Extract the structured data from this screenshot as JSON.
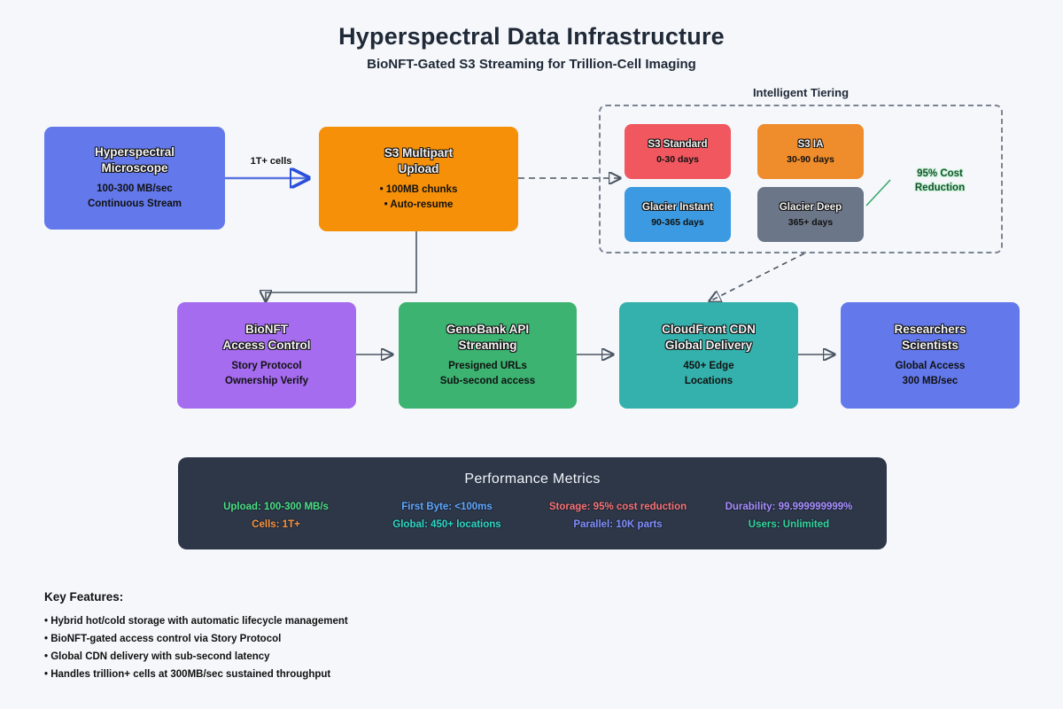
{
  "header": {
    "title": "Hyperspectral Data Infrastructure",
    "subtitle": "BioNFT-Gated S3 Streaming for Trillion-Cell Imaging"
  },
  "edges": {
    "source_to_upload_label": "1T+ cells"
  },
  "nodes": {
    "microscope": {
      "title_line1": "Hyperspectral",
      "title_line2": "Microscope",
      "detail_line1": "100-300 MB/sec",
      "detail_line2": "Continuous Stream",
      "color": "#6379eb"
    },
    "upload": {
      "title_line1": "S3 Multipart",
      "title_line2": "Upload",
      "detail_line1": "• 100MB chunks",
      "detail_line2": "• Auto-resume",
      "color": "#f59008"
    },
    "bionft": {
      "title_line1": "BioNFT",
      "title_line2": "Access Control",
      "detail_line1": "Story Protocol",
      "detail_line2": "Ownership Verify",
      "color": "#a66cf0"
    },
    "genobank": {
      "title_line1": "GenoBank API",
      "title_line2": "Streaming",
      "detail_line1": "Presigned URLs",
      "detail_line2": "Sub-second access",
      "color": "#3cb371"
    },
    "cloudfront": {
      "title_line1": "CloudFront CDN",
      "title_line2": "Global Delivery",
      "detail_line1": "450+ Edge",
      "detail_line2": "Locations",
      "color": "#34b1ac"
    },
    "researchers": {
      "title_line1": "Researchers",
      "title_line2": "Scientists",
      "detail_line1": "Global Access",
      "detail_line2": "300 MB/sec",
      "color": "#6379eb"
    }
  },
  "cluster": {
    "label": "Intelligent Tiering",
    "cost_label_line1": "95% Cost",
    "cost_label_line2": "Reduction",
    "tiers": [
      {
        "name": "S3 Standard",
        "range": "0-30 days",
        "color": "#f0575f"
      },
      {
        "name": "S3 IA",
        "range": "30-90 days",
        "color": "#ef8c2b"
      },
      {
        "name": "Glacier Instant",
        "range": "90-365 days",
        "color": "#3b9ae1"
      },
      {
        "name": "Glacier Deep",
        "range": "365+ days",
        "color": "#6b7688"
      }
    ]
  },
  "metrics": {
    "title": "Performance Metrics",
    "columns": [
      {
        "top": {
          "text": "Upload: 100-300 MB/s",
          "color": "#4ade80"
        },
        "bottom": {
          "text": "Cells: 1T+",
          "color": "#fb923c"
        }
      },
      {
        "top": {
          "text": "First Byte: <100ms",
          "color": "#60a5fa"
        },
        "bottom": {
          "text": "Global: 450+ locations",
          "color": "#2dd4bf"
        }
      },
      {
        "top": {
          "text": "Storage: 95% cost reduction",
          "color": "#f87171"
        },
        "bottom": {
          "text": "Parallel: 10K parts",
          "color": "#818cf8"
        }
      },
      {
        "top": {
          "text": "Durability: 99.999999999%",
          "color": "#a78bfa"
        },
        "bottom": {
          "text": "Users: Unlimited",
          "color": "#34d399"
        }
      }
    ]
  },
  "key_features": {
    "title": "Key Features:",
    "items": [
      "• Hybrid hot/cold storage with automatic lifecycle management",
      "• BioNFT-gated access control via Story Protocol",
      "• Global CDN delivery with sub-second latency",
      "• Handles trillion+ cells at 300MB/sec sustained throughput"
    ]
  }
}
